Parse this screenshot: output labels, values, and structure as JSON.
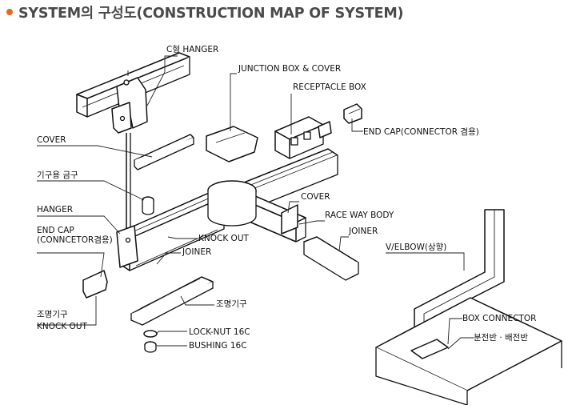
{
  "title": "SYSTEM의 구성도(CONSTRUCTION MAP OF SYSTEM)",
  "accent_color": "#e8671a",
  "labels": {
    "c_hanger": "C형 HANGER",
    "junction_box": "JUNCTION BOX & COVER",
    "receptacle_box": "RECEPTACLE BOX",
    "end_cap_connector": "END CAP(CONNECTOR 겸용)",
    "cover_top": "COVER",
    "fixture_bracket": "기구용 금구",
    "hanger": "HANGER",
    "end_cap_left_1": "END CAP",
    "end_cap_left_2": "(CONNCETOR겸용)",
    "cover_right": "COVER",
    "race_way_body": "RACE WAY BODY",
    "knock_out": "KNOCK OUT",
    "joiner_left": "JOINER",
    "joiner_right": "JOINER",
    "v_elbow": "V/ELBOW(상향)",
    "lighting_fixture": "조명기구",
    "lighting_knock_out_1": "조명기구",
    "lighting_knock_out_2": "KNOCK OUT",
    "lock_nut": "LOCK-NUT 16C",
    "bushing": "BUSHING 16C",
    "box_connector": "BOX CONNECTOR",
    "panel_board": "분전반 · 배전반"
  }
}
